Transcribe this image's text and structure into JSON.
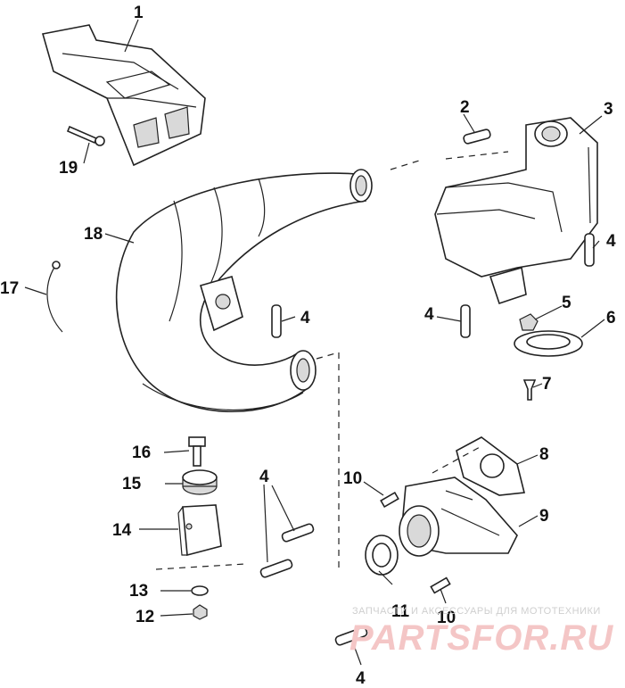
{
  "callouts": {
    "c1": "1",
    "c2": "2",
    "c3": "3",
    "c4a": "4",
    "c4b": "4",
    "c4c": "4",
    "c4d": "4",
    "c4e": "4",
    "c5": "5",
    "c6": "6",
    "c7": "7",
    "c8": "8",
    "c9": "9",
    "c10a": "10",
    "c10b": "10",
    "c11": "11",
    "c12": "12",
    "c13": "13",
    "c14": "14",
    "c15": "15",
    "c16": "16",
    "c17": "17",
    "c18": "18",
    "c19": "19"
  },
  "watermark": {
    "tagline": "ЗАПЧАСТИ И АКСЕССУАРЫ ДЛЯ МОТОТЕХНИКИ",
    "brand": "PARTSFOR.RU"
  }
}
